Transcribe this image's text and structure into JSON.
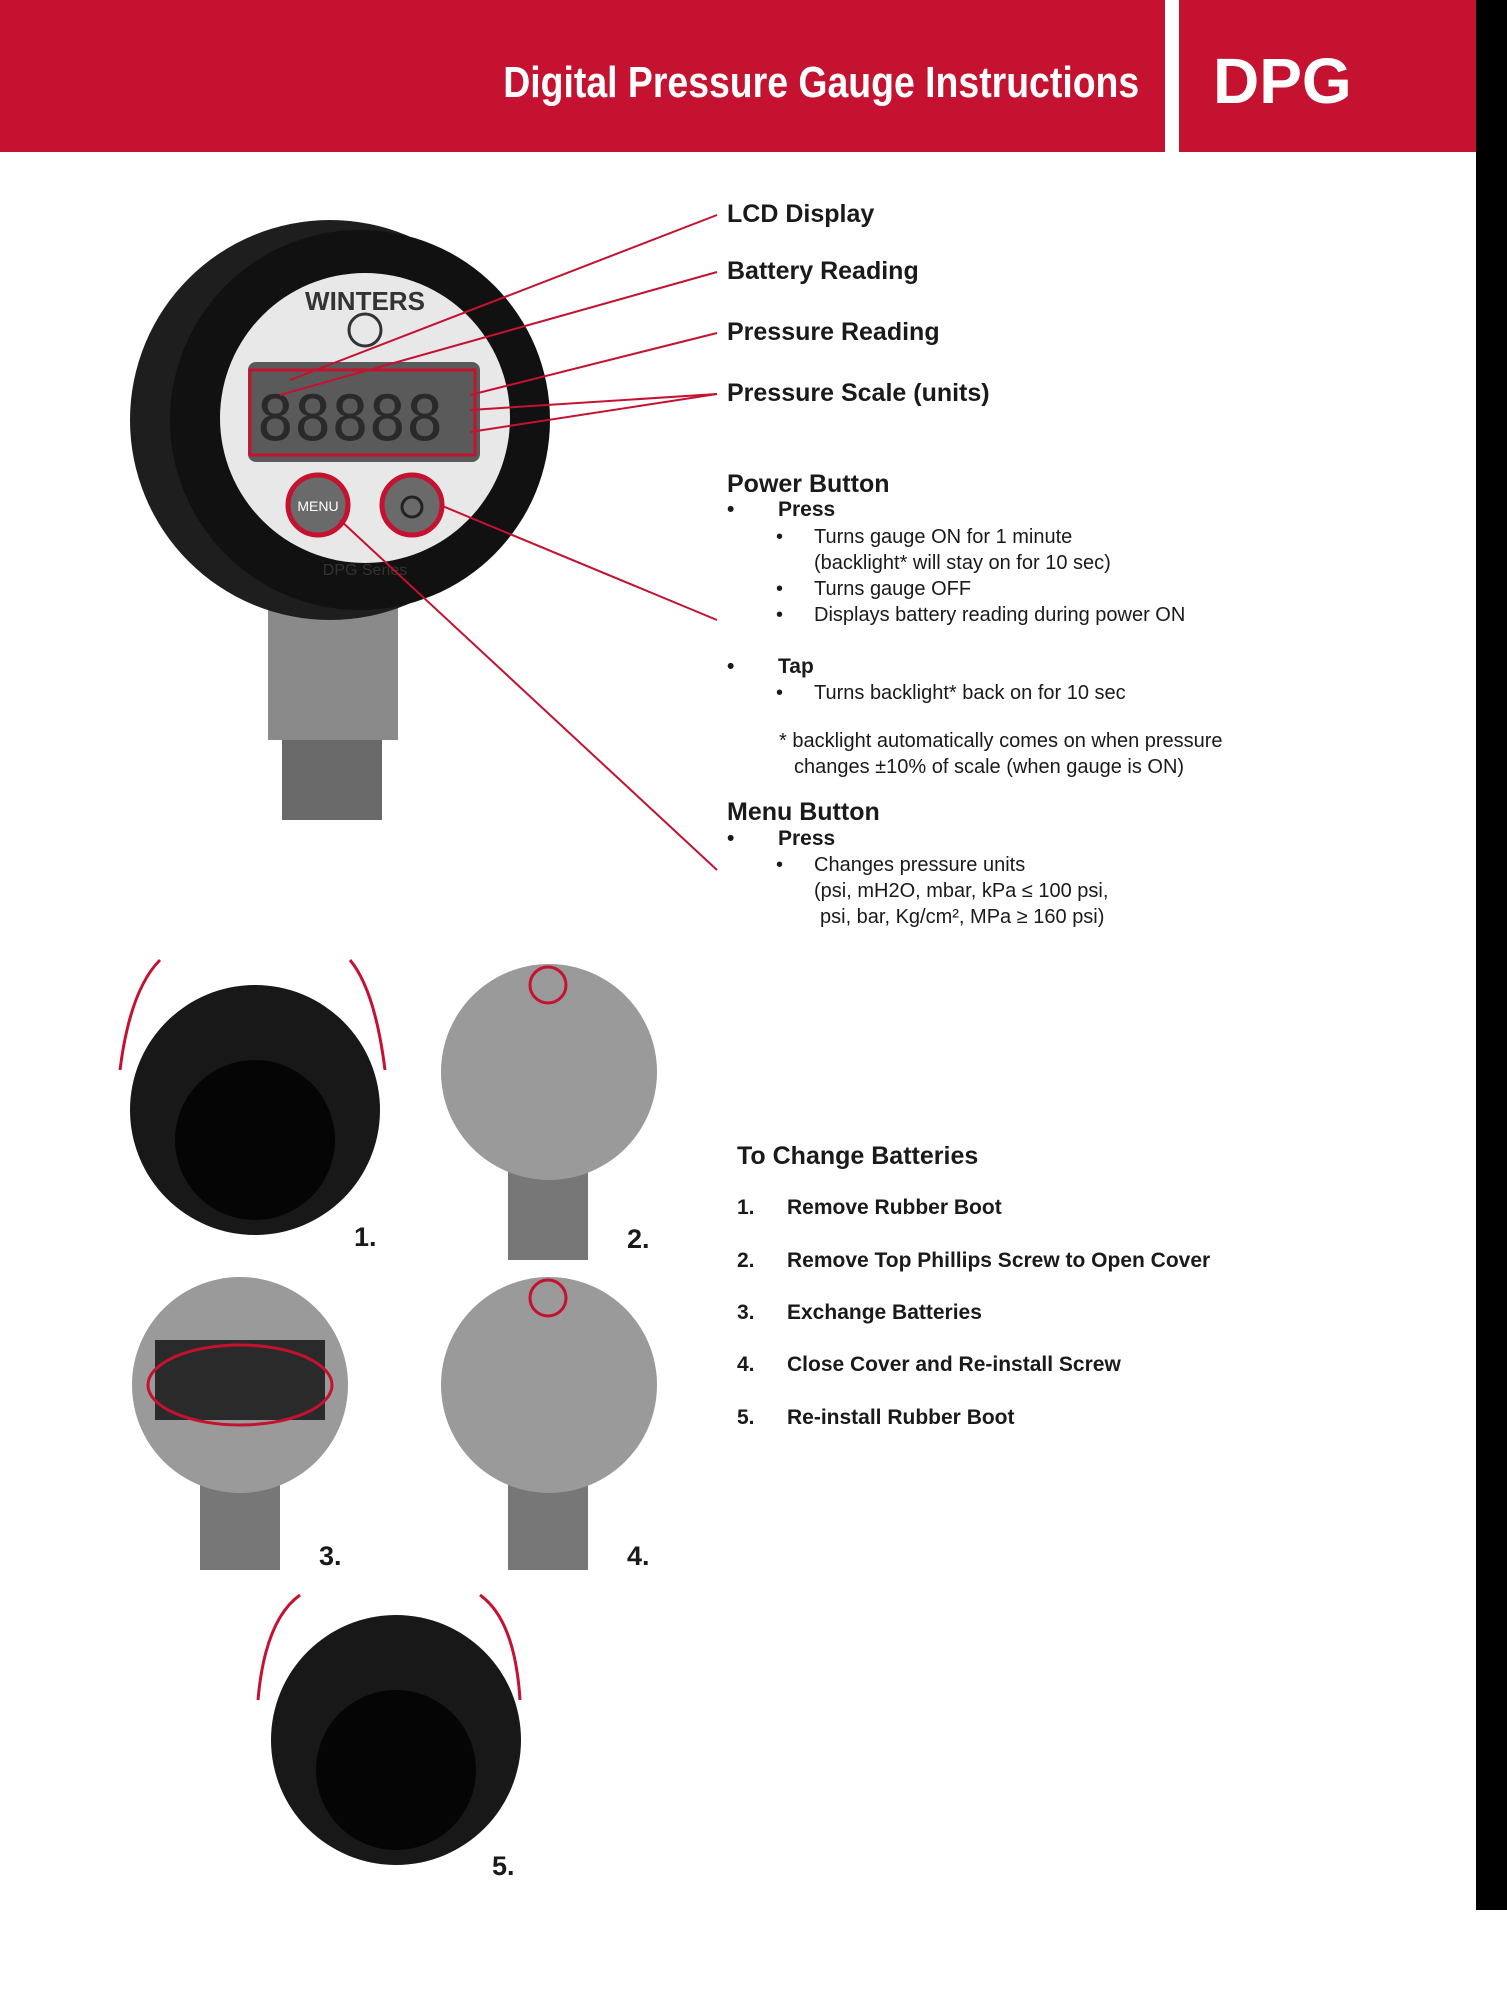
{
  "header": {
    "title": "Digital Pressure Gauge Instructions",
    "code": "DPG"
  },
  "callouts": [
    "LCD Display",
    "Battery Reading",
    "Pressure Reading",
    "Pressure Scale (units)"
  ],
  "gauge": {
    "brand": "WINTERS",
    "menu_label": "MENU",
    "series": "DPG Series"
  },
  "power": {
    "heading": "Power Button",
    "press": "Press",
    "press_items": [
      "Turns gauge ON for 1 minute",
      "(backlight* will stay on for 10 sec)",
      "Turns gauge OFF",
      "Displays battery reading during power ON"
    ],
    "tap": "Tap",
    "tap_items": [
      "Turns backlight* back on for 10 sec"
    ],
    "note": [
      "* backlight automatically comes on when pressure",
      "changes ±10% of scale (when gauge is ON)"
    ]
  },
  "menu": {
    "heading": "Menu Button",
    "press": "Press",
    "items": [
      "Changes pressure units",
      "(psi, mH2O, mbar, kPa ≤ 100 psi,",
      "psi, bar, Kg/cm², MPa ≥ 160 psi)"
    ]
  },
  "batteries": {
    "heading": "To Change Batteries",
    "steps": [
      {
        "n": "1.",
        "text": "Remove Rubber Boot"
      },
      {
        "n": "2.",
        "text": "Remove Top Phillips Screw to Open Cover"
      },
      {
        "n": "3.",
        "text": "Exchange Batteries"
      },
      {
        "n": "4.",
        "text": "Close Cover and Re-install Screw"
      },
      {
        "n": "5.",
        "text": "Re-install Rubber Boot"
      }
    ],
    "photo_labels": [
      "1.",
      "2.",
      "3.",
      "4.",
      "5."
    ]
  },
  "colors": {
    "brand_red": "#c41230"
  }
}
